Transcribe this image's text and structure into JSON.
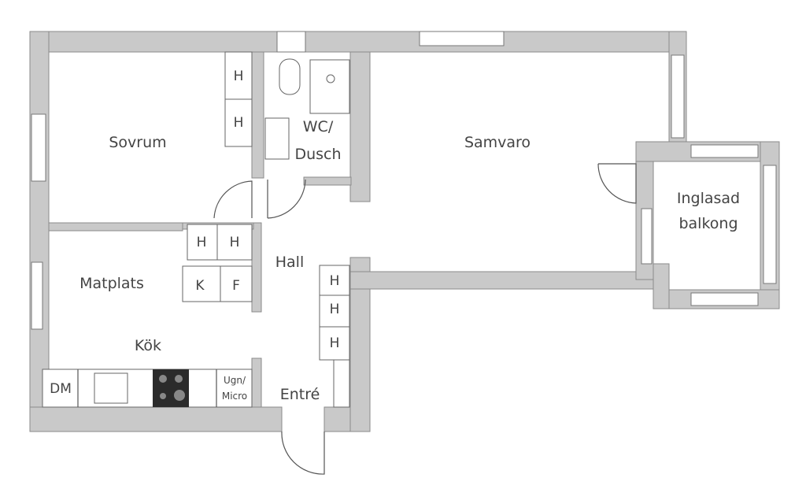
{
  "rooms": {
    "sovrum": "Sovrum",
    "wc_line1": "WC/",
    "wc_line2": "Dusch",
    "samvaro": "Samvaro",
    "balkong_line1": "Inglasad",
    "balkong_line2": "balkong",
    "hall": "Hall",
    "matplats": "Matplats",
    "kok": "Kök",
    "entre": "Entré"
  },
  "fixtures": {
    "wardrobe": "H",
    "kyl": "K",
    "frys": "F",
    "diskmaskin": "DM",
    "ugn_line1": "Ugn/",
    "ugn_line2": "Micro"
  },
  "colors": {
    "wall": "#c9c9c9",
    "stove": "#2b2b2b"
  }
}
